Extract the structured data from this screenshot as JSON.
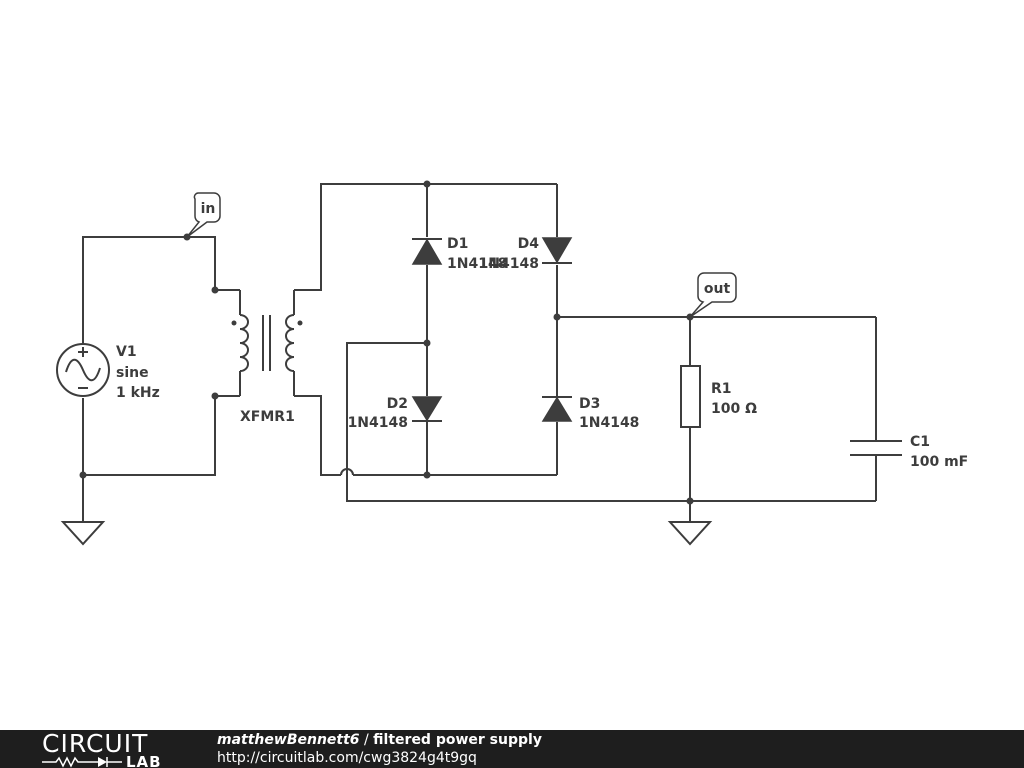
{
  "components": {
    "v1": {
      "ref": "V1",
      "type": "sine",
      "value": "1 kHz"
    },
    "xfmr1": {
      "ref": "XFMR1"
    },
    "d1": {
      "ref": "D1",
      "model": "1N4148"
    },
    "d2": {
      "ref": "D2",
      "model": "1N4148"
    },
    "d3": {
      "ref": "D3",
      "model": "1N4148"
    },
    "d4": {
      "ref": "D4",
      "model": "1N4148"
    },
    "r1": {
      "ref": "R1",
      "value": "100 Ω"
    },
    "c1": {
      "ref": "C1",
      "value": "100 mF"
    }
  },
  "nets": {
    "in": "in",
    "out": "out"
  },
  "footer": {
    "logo_top": "CIRCUIT",
    "logo_bottom": "LAB",
    "author": "matthewBennett6",
    "separator": " / ",
    "title": "filtered power supply",
    "url": "http://circuitlab.com/cwg3824g4t9gq"
  },
  "colors": {
    "ink": "#3d3d3d",
    "footer_bg": "#1e1e1e",
    "footer_text": "#ffffff"
  }
}
